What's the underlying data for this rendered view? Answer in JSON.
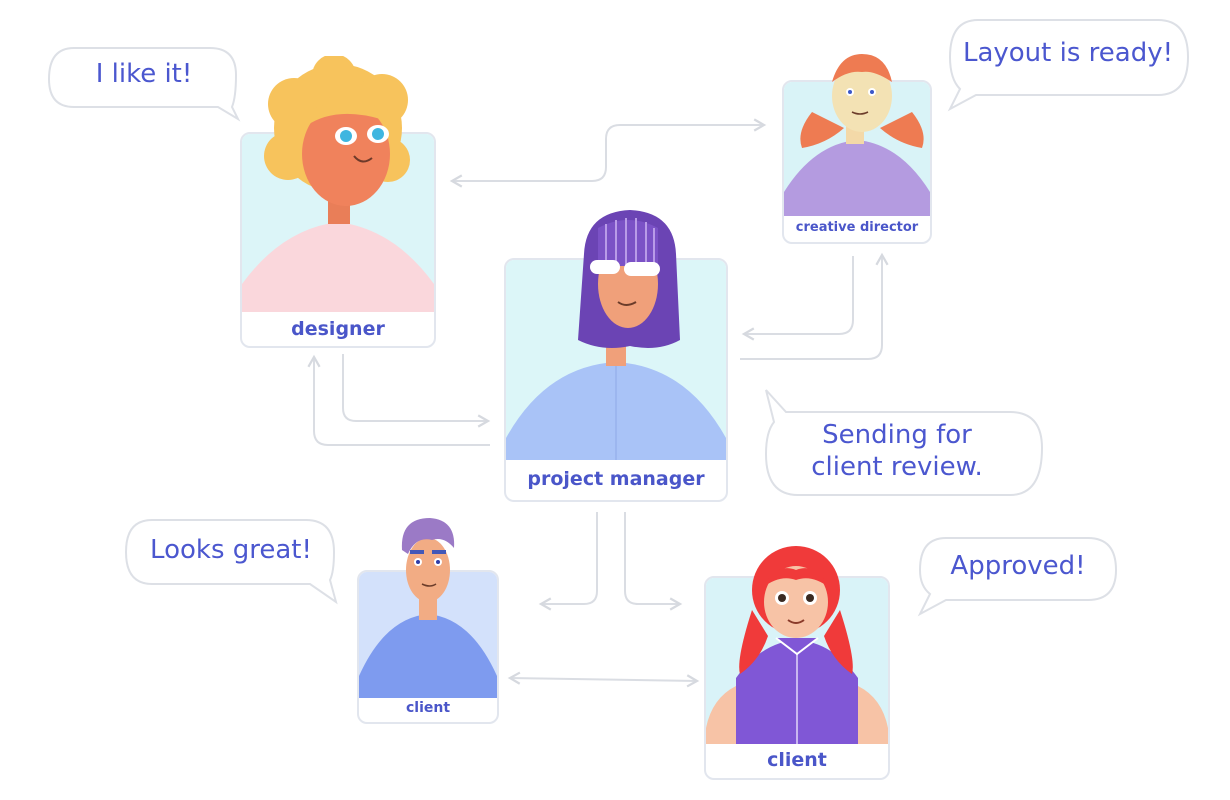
{
  "colors": {
    "label": "#4a56c9",
    "bubble_text": "#4b57cf",
    "connector": "#dadde3",
    "card_border": "#e2e6ee"
  },
  "roles": {
    "designer": "designer",
    "creative_director": "creative director",
    "project_manager": "project manager",
    "client_left": "client",
    "client_right": "client"
  },
  "bubbles": {
    "designer": "I like it!",
    "creative_director": "Layout is ready!",
    "project_manager": "Sending for client review.",
    "client_left": "Looks great!",
    "client_right": "Approved!"
  }
}
